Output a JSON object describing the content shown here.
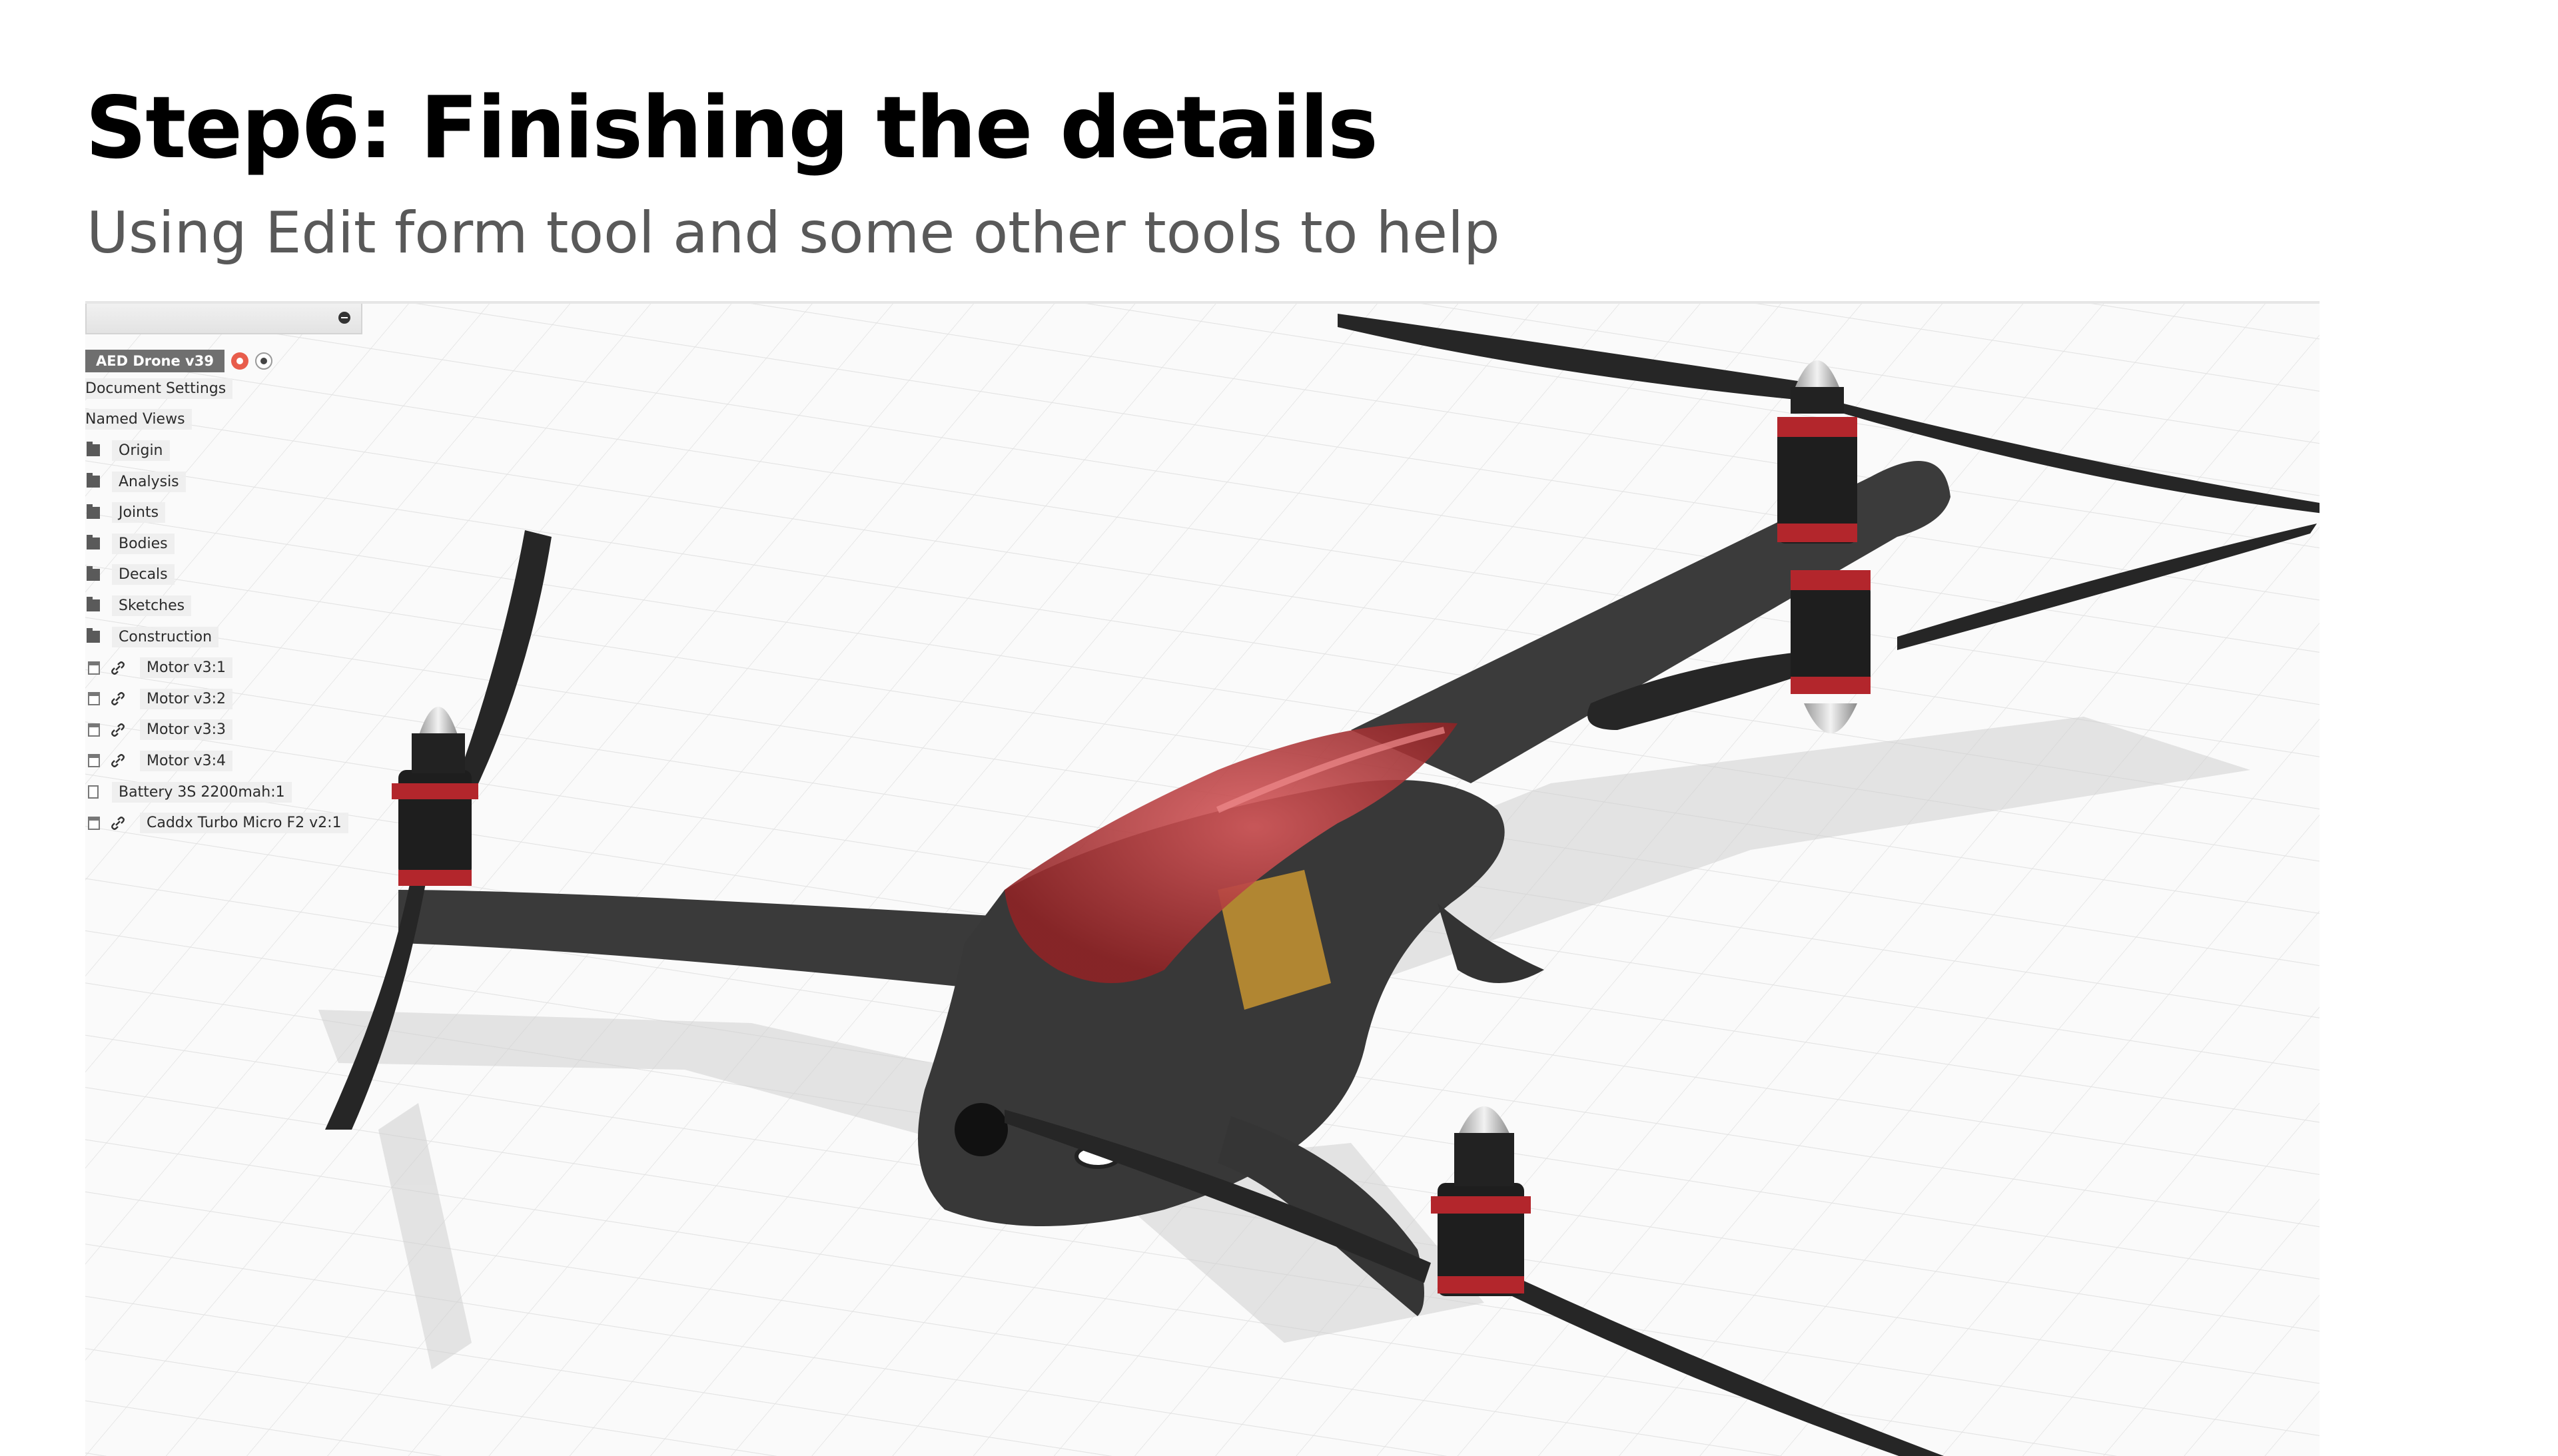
{
  "slide": {
    "title": "Step6: Finishing the details",
    "subtitle": "Using Edit form tool and some other tools to help"
  },
  "browser": {
    "root": {
      "label": "AED Drone v39",
      "icons": [
        "record-icon",
        "radio-icon"
      ]
    },
    "plain_items": [
      "Document Settings",
      "Named Views"
    ],
    "folders": [
      "Origin",
      "Analysis",
      "Joints",
      "Bodies",
      "Decals",
      "Sketches",
      "Construction"
    ],
    "components": [
      {
        "label": "Motor v3:1",
        "icon": "link-icon"
      },
      {
        "label": "Motor v3:2",
        "icon": "link-icon"
      },
      {
        "label": "Motor v3:3",
        "icon": "link-icon"
      },
      {
        "label": "Motor v3:4",
        "icon": "link-icon"
      },
      {
        "label": "Battery 3S 2200mah:1",
        "icon": "component-icon"
      },
      {
        "label": "Caddx Turbo Micro F2 v2:1",
        "icon": "link-icon"
      }
    ]
  },
  "colors": {
    "body": "#3a3a3a",
    "canopy": "#c0393b",
    "motor_ring": "#c2262e",
    "battery": "#e0a020",
    "grid": "#e4e4e4"
  }
}
